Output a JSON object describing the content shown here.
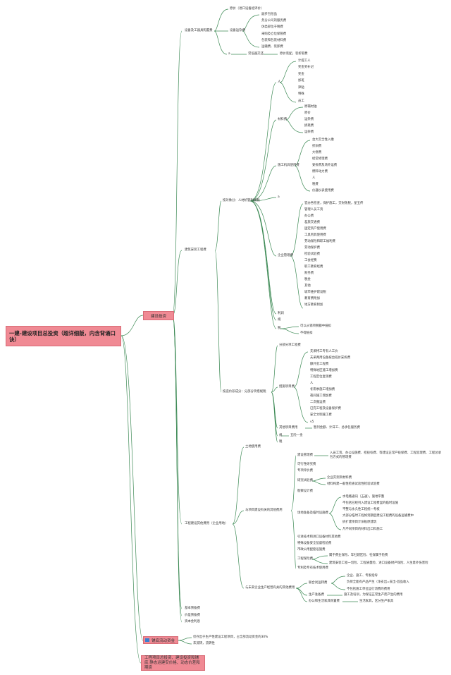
{
  "root": {
    "title": "一建-建设项目总投资（超详细版，内含背诵口诀）"
  },
  "branch1": {
    "label": "建设投资"
  },
  "branch2": {
    "label": "铺底流动资金"
  },
  "branch3": {
    "label": "工程项目总投资、建设投资和铺底 静态运建安价格、动态价差和期资"
  },
  "equip": {
    "label": "设备及工器具购置费",
    "origin": "原价（进口设备组评价）",
    "misc_label": "设备运杂费",
    "misc": [
      "副步包括品",
      "务分公司的服务费",
      "仿类部位于税费",
      "采购及仓位保管费",
      "包装和包装材料费",
      "运输费、装卸费"
    ],
    "a": "a",
    "tools_label": "常设器交还",
    "tools": "原价装配，装折取费"
  },
  "install": {
    "label": "建筑安装工程费",
    "comp_label": "按对象分：人材机管利规税",
    "labor_mark": "人",
    "labor": [
      "计提工人",
      "奖金奖补记",
      "奖金",
      "加班",
      "津贴",
      "特殊",
      "员工"
    ],
    "material_label": "材料费",
    "material": [
      "原辅材油",
      "原价",
      "运杂费",
      "损耗费",
      "运杂费"
    ],
    "machine_label": "施工机具使用费",
    "machine": [
      "台大实全性入缴",
      "折旧费",
      "大修费",
      "经常修理费",
      "安拆费及场外运费",
      "燃料动力费",
      "人",
      "税费",
      "仪器仪表使用费"
    ],
    "machine_after": "a",
    "mgmt_label": "企业管理费",
    "mgmt": [
      "官办各检查，保护施工，交财免税，星五传",
      "管理人员工资",
      "办公费",
      "差旅交通费",
      "固定资产使用费",
      "工具用具使用费",
      "劳动保险和职工福利费",
      "劳动保护费",
      "检验试验费",
      "工会经费",
      "职工教育经费",
      "财务费",
      "税金",
      "其他",
      "城市维护建设税",
      "教育费附加",
      "地方教育附加"
    ],
    "profit_label": "利润",
    "reg_label": "规",
    "tax_label": "税",
    "tax": [
      "可以从销项税额中抵扣",
      "不得抵扣"
    ],
    "form_label": "按造价形成分：分部分项措规税",
    "form_item1": "分部分项工程费",
    "measure_label": "措施项目费",
    "measure": [
      "夫采特工专有人工价",
      "夫采两用设备按台班价安拆费",
      "额外室工程费",
      "特殊地区施工增加费",
      "工程定位复测费",
      "人",
      "冬雨季施工增加费",
      "夜间施工增加费",
      "二次搬运费",
      "已完工程及设备保护费",
      "安全文明施工费",
      "v5"
    ],
    "other_label": "其他项目费用",
    "other": "暂列金额、计日工、总承包服务费",
    "reg2": "规",
    "reg2_items": "五险一金",
    "tax2": "税"
  },
  "otherfee": {
    "label": "工程建设其他费用（企业用地）",
    "land": "土地使用费",
    "construct_label": "与项目建设有关的其他费用",
    "mgmt_label": "建设管理费",
    "mgmt": [
      "入员工资、办公设施费、招投标费、等建设正常产投保费、工程监理费、工程总承包方式的管理费"
    ],
    "c1": "可行性研究费",
    "c2": "专项评价费",
    "research_label": "研究试验费",
    "research": [
      "企业实测资材料费",
      "材料构建一般性检查试验性检验试验费"
    ],
    "c3": "勘察设计费",
    "site_label": "场地准备及临时设施费",
    "site": [
      "水电路通讯（五通），施地平整",
      "不包括已经列入建设工程费里的临时设施",
      "平整与永久性工程统一考核",
      "大部分临时工程如到期后建设工程费的设备运输费中",
      "拆扩建项目计旧板原建筑",
      "凡不同项目的材料出口料施工"
    ],
    "c4": "引进技术和进口设备材料其他费",
    "c5": "特殊设备安全监督检验费",
    "c6": "市政公用配套设施费",
    "insurance_label": "工程保险费",
    "insurance": [
      "属于费业保险、车社建区险、社保属于险费",
      "建筑安装工程一切险、工程质量险、进口设备财产保险、人生意外伤害险"
    ],
    "c7": "专利及专有技术使用费",
    "future_label": "与未来企业生产经营有关的其他费用",
    "trial_label": "联合试运转费",
    "trial": [
      "企业、施工、专家指导",
      "负荷全能有产品产生（净支出=支出-首品收入",
      "不包括施工单位运行消费的费用"
    ],
    "prep_label": "生产准备费",
    "prep": "施工及培训，为保证正常生产而产生的费用",
    "office_label": "办公和生活家具购置费",
    "office": "生活家具，区分生产家具",
    "bottom": [
      "基本预备费",
      "价差预备费",
      "资本金利息"
    ]
  },
  "fund": {
    "lines": [
      "仅存出于生产性建设工程项目，占全部流动资金的30%",
      "未流转，流转性"
    ]
  }
}
